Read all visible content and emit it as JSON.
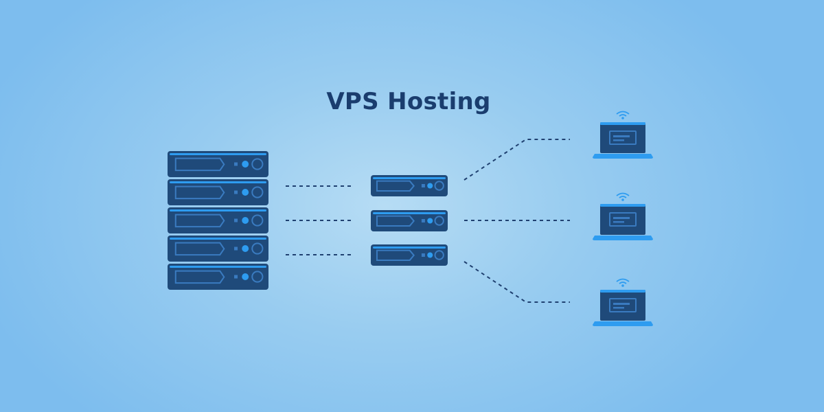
{
  "title": "VPS Hosting",
  "colors": {
    "background": "#98ccf0",
    "server_dark": "#1f4a7a",
    "server_mid": "#2b5d93",
    "server_light": "#3a7bc0",
    "accent": "#2e9cf0",
    "line": "#1f4070",
    "laptop_screen": "#1f4a7a",
    "laptop_base": "#2e9cf0"
  },
  "icons": {
    "physical_server": "server-rack-icon",
    "virtual_server": "server-unit-icon",
    "client": "laptop-icon",
    "signal": "wifi-icon"
  },
  "diagram": {
    "physical_server_units": 5,
    "virtual_servers": 3,
    "clients": 3
  }
}
